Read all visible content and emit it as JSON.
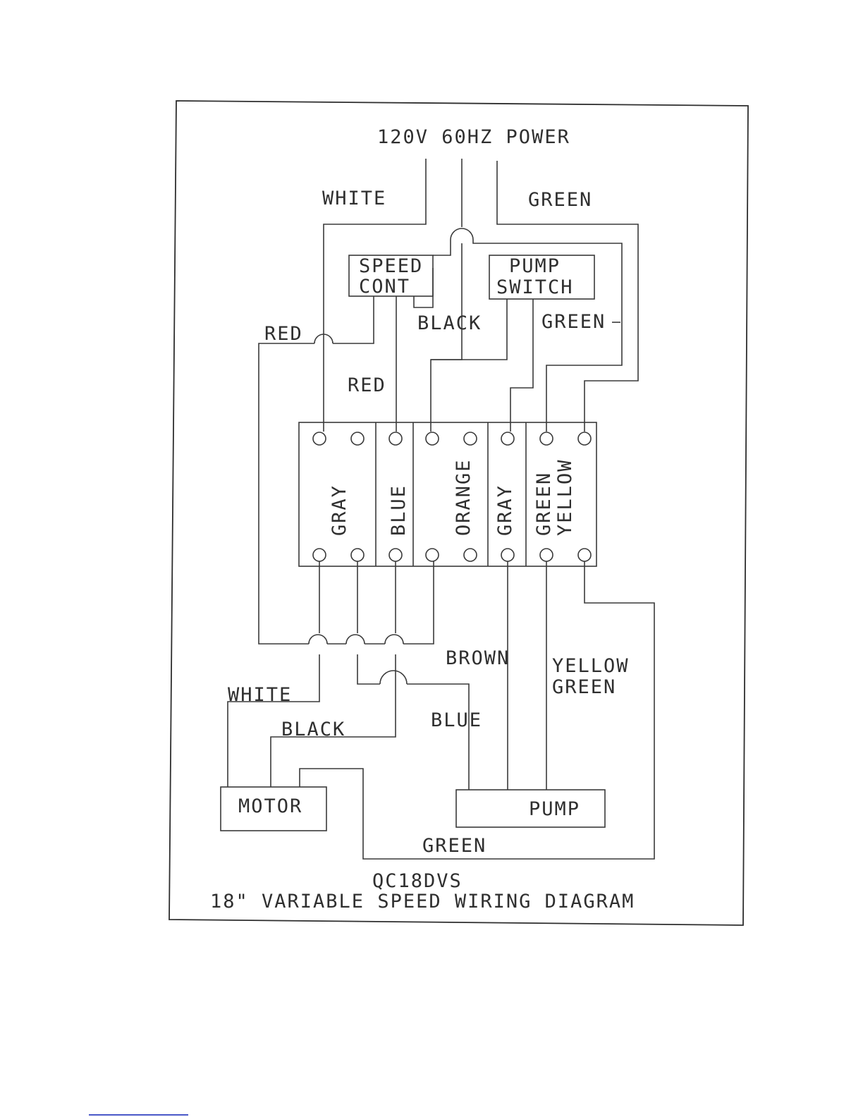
{
  "power": {
    "label": "120V 60HZ POWER"
  },
  "top_wires": {
    "white": "WHITE",
    "green": "GREEN"
  },
  "components": {
    "speed_control": {
      "line1": "SPEED",
      "line2": "CONT"
    },
    "pump_switch": {
      "line1": "PUMP",
      "line2": "SWITCH"
    },
    "motor": "MOTOR",
    "pump": "PUMP"
  },
  "upper_labels": {
    "red_left": "RED",
    "black": "BLACK",
    "green_switch": "GREEN",
    "red_mid": "RED"
  },
  "terminal_block": {
    "sections": [
      "GRAY",
      "BLUE",
      "ORANGE",
      "GRAY",
      "GREEN",
      "YELLOW"
    ]
  },
  "lower_labels": {
    "brown": "BROWN",
    "yellow": "YELLOW",
    "green": "GREEN",
    "white": "WHITE",
    "black": "BLACK",
    "blue": "BLUE",
    "green_bottom": "GREEN"
  },
  "title": {
    "model": "QC18DVS",
    "description": "18\" VARIABLE SPEED WIRING DIAGRAM"
  }
}
